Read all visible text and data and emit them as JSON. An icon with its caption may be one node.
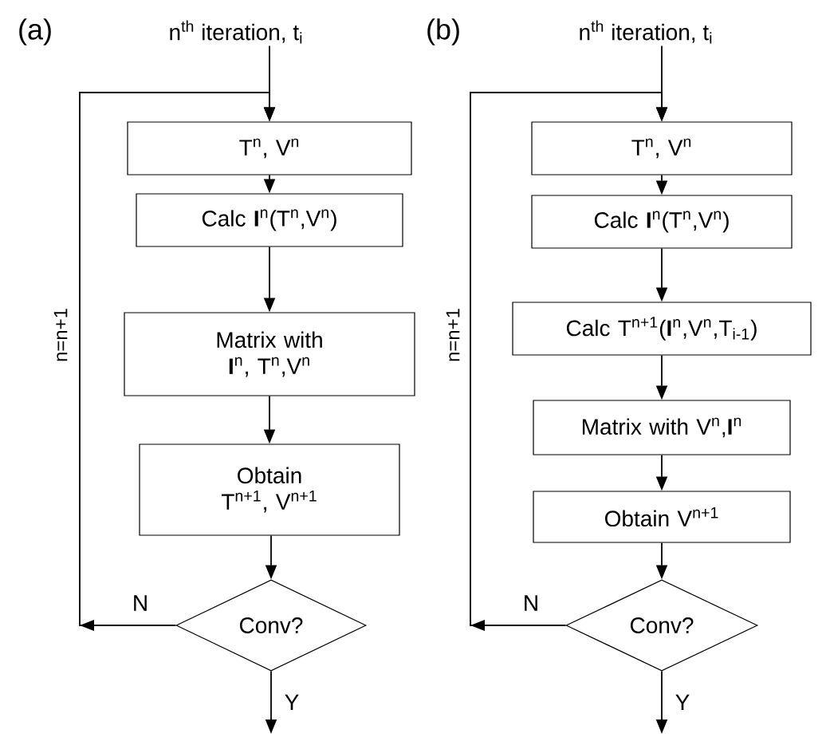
{
  "diagram": {
    "nodes": [
      {
        "text": [
          "n$^{th}$ iteration, t$_{i}$"
        ]
      },
      {
        "text": [
          "T$^{n}$, V$^{n}$"
        ]
      },
      {
        "text": [
          "Calc **I**$^{n}$(T$^{n}$,V$^{n}$)"
        ]
      },
      {
        "text": [
          "Matrix with **I**$^{n}$, T$^{n}$,V$^{n}$"
        ]
      },
      {
        "text": [
          "Obtain T$^{n+1}$, V$^{n+1}$"
        ]
      },
      {
        "text": [
          "Conv?"
        ]
      },
      {
        "text": [
          "n$^{th}$ iteration, t$_{i}$"
        ]
      },
      {
        "text": [
          "T$^{n}$, V$^{n}$"
        ]
      },
      {
        "text": [
          "Calc **I**$^{n}$(T$^{n}$,V$^{n}$)"
        ]
      },
      {
        "text": [
          "Calc T$^{n+1}$(**I**$^{n}$,V$^{n}$,T$_{i-1}$)"
        ]
      },
      {
        "text": [
          "Matrix with V$^{n}$,**I**$^{n}$"
        ]
      },
      {
        "text": [
          "Obtain V$^{n+1}$"
        ]
      },
      {
        "text": [
          "Conv?"
        ]
      }
    ],
    "edges": [
      {
        "from": 0,
        "to": 1,
        "arrow": "to"
      },
      {
        "from": 1,
        "to": 2,
        "arrow": "to"
      },
      {
        "from": 2,
        "to": 3,
        "arrow": "to"
      },
      {
        "from": 3,
        "to": 4,
        "arrow": "to"
      },
      {
        "from": 4,
        "to": 5,
        "arrow": "to"
      },
      {
        "from": 5,
        "to": null,
        "arrow": "to",
        "label": "Y"
      },
      {
        "from": 5,
        "to": 1,
        "arrow": "to",
        "label": "N"
      },
      {
        "from": 6,
        "to": 7,
        "arrow": "to"
      },
      {
        "from": 7,
        "to": 8,
        "arrow": "to"
      },
      {
        "from": 8,
        "to": 9,
        "arrow": "to"
      },
      {
        "from": 9,
        "to": 10,
        "arrow": "to"
      },
      {
        "from": 10,
        "to": 11,
        "arrow": "to"
      },
      {
        "from": 11,
        "to": 12,
        "arrow": "to"
      },
      {
        "from": 12,
        "to": null,
        "arrow": "to",
        "label": "Y"
      },
      {
        "from": 12,
        "to": 7,
        "arrow": "to",
        "label": "N"
      }
    ],
    "labels": [
      "(a)",
      "n=n+1",
      "(b)",
      "n=n+1"
    ]
  }
}
